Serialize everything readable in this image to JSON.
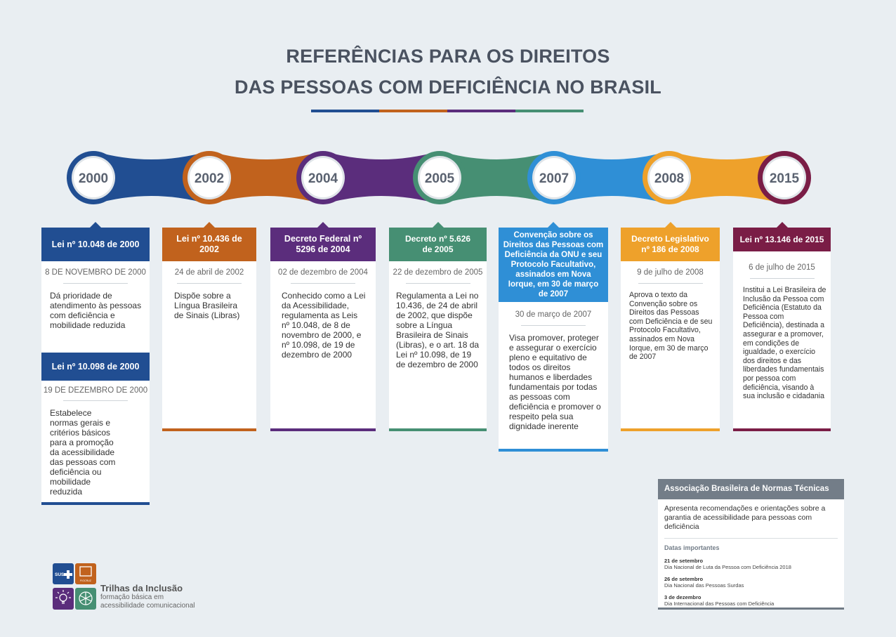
{
  "title": {
    "line1": "REFERÊNCIAS PARA OS DIREITOS",
    "line2": "DAS PESSOAS COM DEFICIÊNCIA NO BRASIL"
  },
  "colors": {
    "blue_dark": "#214e92",
    "orange": "#c1621d",
    "purple": "#5b2d7c",
    "green": "#468f73",
    "blue_light": "#2f8fd6",
    "yellow": "#eea12b",
    "maroon": "#7a1d46",
    "gray": "#737d88",
    "title": "#4a5260"
  },
  "timeline": {
    "years": [
      {
        "label": "2000",
        "color": "#214e92"
      },
      {
        "label": "2002",
        "color": "#c1621d"
      },
      {
        "label": "2004",
        "color": "#5b2d7c"
      },
      {
        "label": "2005",
        "color": "#468f73"
      },
      {
        "label": "2007",
        "color": "#2f8fd6"
      },
      {
        "label": "2008",
        "color": "#eea12b"
      },
      {
        "label": "2015",
        "color": "#7a1d46"
      }
    ]
  },
  "cards": {
    "c2000a": {
      "head": "Lei nº 10.048 de 2000",
      "date": "8 de novembro de 2000",
      "desc": "Dá prioridade de atendimento às pessoas com deficiência e mobilidade reduzida"
    },
    "c2000b": {
      "head": "Lei nº 10.098 de 2000",
      "date": "19 de dezembro de 2000",
      "desc": "Estabelece normas gerais e critérios básicos para a promoção da acessibilidade das pessoas com deficiência ou mobilidade reduzida"
    },
    "c2002": {
      "head": "Lei nº 10.436 de 2002",
      "date": "24 de abril de 2002",
      "desc": "Dispõe sobre a Língua Brasileira de Sinais (Libras)"
    },
    "c2004": {
      "head": "Decreto Federal nº 5296 de 2004",
      "date": "02 de dezembro de 2004",
      "desc": "Conhecido como a Lei da Acessibilidade, regulamenta as Leis nº 10.048, de 8 de novembro de 2000, e nº 10.098, de 19 de dezembro de 2000"
    },
    "c2005": {
      "head": "Decreto nº 5.626 de 2005",
      "date": "22 de dezembro de 2005",
      "desc": "Regulamenta a Lei no 10.436, de 24 de abril de 2002, que dispõe sobre a Língua Brasileira de Sinais (Libras), e o art. 18 da Lei nº 10.098, de 19 de dezembro de 2000"
    },
    "c2007": {
      "head": "Convenção sobre os Direitos das Pessoas com Deficiência da ONU e seu Protocolo Facultativo, assinados em Nova Iorque, em 30 de março de 2007",
      "date": "30 de março de 2007",
      "desc": "Visa promover, proteger e assegurar o exercício pleno e equitativo de todos os direitos humanos e liberdades fundamentais por todas as pessoas com deficiência e promover o respeito pela sua dignidade inerente"
    },
    "c2008": {
      "head": "Decreto Legislativo nº 186 de 2008",
      "date": "9 de julho de 2008",
      "desc": "Aprova o texto da Convenção sobre os Direitos das Pessoas com Deficiência e de seu Protocolo Facultativo, assinados em Nova Iorque, em 30 de março de 2007"
    },
    "c2015": {
      "head": "Lei nº 13.146 de 2015",
      "date": "6 de julho de 2015",
      "desc": "Institui a Lei Brasileira de Inclusão da Pessoa com Deficiência (Estatuto da Pessoa com Deficiência), destinada a assegurar e a promover, em condições de igualdade, o exercício dos direitos e das liberdades fundamentais por pessoa com deficiência, visando à sua inclusão e cidadania"
    }
  },
  "abnt": {
    "head": "Associação Brasileira de Normas Técnicas (ABNT)",
    "desc": "Apresenta recomendações e orientações sobre a garantia de acessibilidade para pessoas com deficiência",
    "dates_label": "Datas importantes",
    "dates": [
      {
        "date": "21 de setembro",
        "text": "Dia Nacional de Luta da Pessoa com Deficiência 2018"
      },
      {
        "date": "26 de setembro",
        "text": "Dia Nacional das Pessoas Surdas"
      },
      {
        "date": "3 de dezembro",
        "text": "Dia Internacional das Pessoas com Deficiência"
      }
    ]
  },
  "logo": {
    "name": "Trilhas da Inclusão",
    "subtitle_line1": "formação básica em",
    "subtitle_line2": "acessibilidade comunicacional",
    "sus_label": "SUS",
    "badge_label": "FIOCRUZ"
  }
}
